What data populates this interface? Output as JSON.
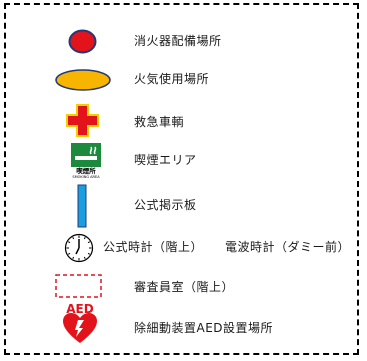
{
  "legend": {
    "items": [
      {
        "icon": "red-circle-icon",
        "label": "消火器配備場所",
        "color": "#e3131b"
      },
      {
        "icon": "orange-ellipse-icon",
        "label": "火気使用場所",
        "color": "#f7b500"
      },
      {
        "icon": "red-cross-icon",
        "label": "救急車輌",
        "color": "#e3131b"
      },
      {
        "icon": "smoking-area-icon",
        "label": "喫煙エリア",
        "sign_text": "喫煙所",
        "sign_subtext": "SMOKING AREA",
        "color": "#1b8a3c"
      },
      {
        "icon": "blue-bar-icon",
        "label": "公式掲示板",
        "color": "#1b9ee0"
      },
      {
        "icon": "clock-icon",
        "label": "公式時計（階上）",
        "label_extra": "電波時計（ダミー前）"
      },
      {
        "icon": "red-dashed-box-icon",
        "label": "審査員室（階上）",
        "color": "#e3131b"
      },
      {
        "icon": "aed-heart-icon",
        "label": "除細動装置AED設置場所",
        "sign_text": "AED",
        "color": "#e3131b"
      }
    ]
  }
}
